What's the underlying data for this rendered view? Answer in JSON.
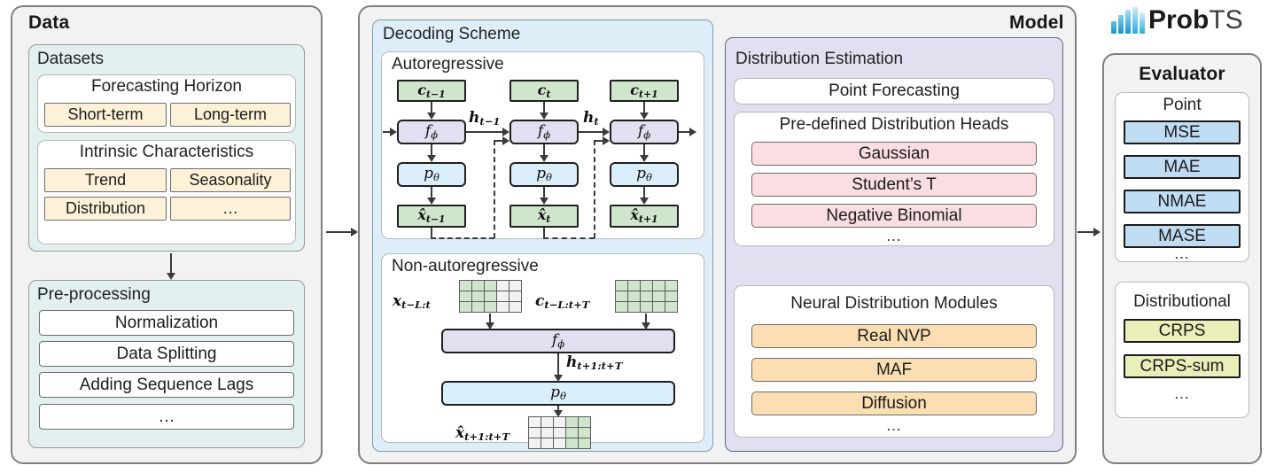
{
  "brand": {
    "name_bold": "Prob",
    "name_light": "TS",
    "accent": "#29abe2",
    "accent_light": "#9fd9f2"
  },
  "panels": {
    "data": {
      "title": "Data",
      "datasets": {
        "title": "Datasets",
        "cards": [
          {
            "title": "Forecasting Horizon",
            "chips": [
              "Short-term",
              "Long-term"
            ]
          },
          {
            "title": "Intrinsic Characteristics",
            "chips": [
              "Trend",
              "Seasonality",
              "Distribution",
              "…"
            ]
          }
        ]
      },
      "preprocessing": {
        "title": "Pre-processing",
        "items": [
          "Normalization",
          "Data Splitting",
          "Adding Sequence Lags",
          "…"
        ]
      }
    },
    "model": {
      "title": "Model",
      "decoding": {
        "title": "Decoding Scheme",
        "autoregressive": {
          "title": "Autoregressive",
          "steps": [
            {
              "context": "c_{t-1}",
              "fn": "f_φ",
              "dist": "p_θ",
              "out": "x̂_{t-1}"
            },
            {
              "context": "c_t",
              "fn": "f_φ",
              "dist": "p_θ",
              "out": "x̂_t"
            },
            {
              "context": "c_{t+1}",
              "fn": "f_φ",
              "dist": "p_θ",
              "out": "x̂_{t+1}"
            }
          ],
          "hidden_labels": [
            "h_{t-1}",
            "h_t"
          ]
        },
        "non_autoregressive": {
          "title": "Non-autoregressive",
          "input_label": "x_{t-L:t}",
          "covariate_label": "c_{t-L:t+T}",
          "fn": "f_φ",
          "hidden_label": "h_{t+1:t+T}",
          "dist": "p_θ",
          "output_label": "x̂_{t+1:t+T}"
        }
      },
      "distribution_estimation": {
        "title": "Distribution Estimation",
        "point_forecasting": "Point Forecasting",
        "predefined": {
          "title": "Pre-defined Distribution Heads",
          "items": [
            "Gaussian",
            "Student’s T",
            "Negative Binomial"
          ],
          "more": "…"
        },
        "neural": {
          "title": "Neural Distribution Modules",
          "items": [
            "Real NVP",
            "MAF",
            "Diffusion"
          ],
          "more": "…"
        }
      }
    },
    "evaluator": {
      "title": "Evaluator",
      "groups": [
        {
          "title": "Point",
          "items": [
            "MSE",
            "MAE",
            "NMAE",
            "MASE"
          ],
          "more": "…"
        },
        {
          "title": "Distributional",
          "items": [
            "CRPS",
            "CRPS-sum"
          ],
          "more": "…"
        }
      ]
    }
  },
  "colors": {
    "panel_bg": "#f2f2f2",
    "datasets_bg": "#e2f0ef",
    "decoding_bg": "#ddeef8",
    "distribution_bg": "#e2dff0",
    "cream": "#fdf2d8",
    "pink": "#fadee2",
    "orange": "#fbdfb2",
    "blue": "#bfdcf2",
    "yellow": "#eaeeb9",
    "green": "#cfe6cc",
    "lavender": "#e2dff0",
    "lightblue": "#dbeefb"
  }
}
